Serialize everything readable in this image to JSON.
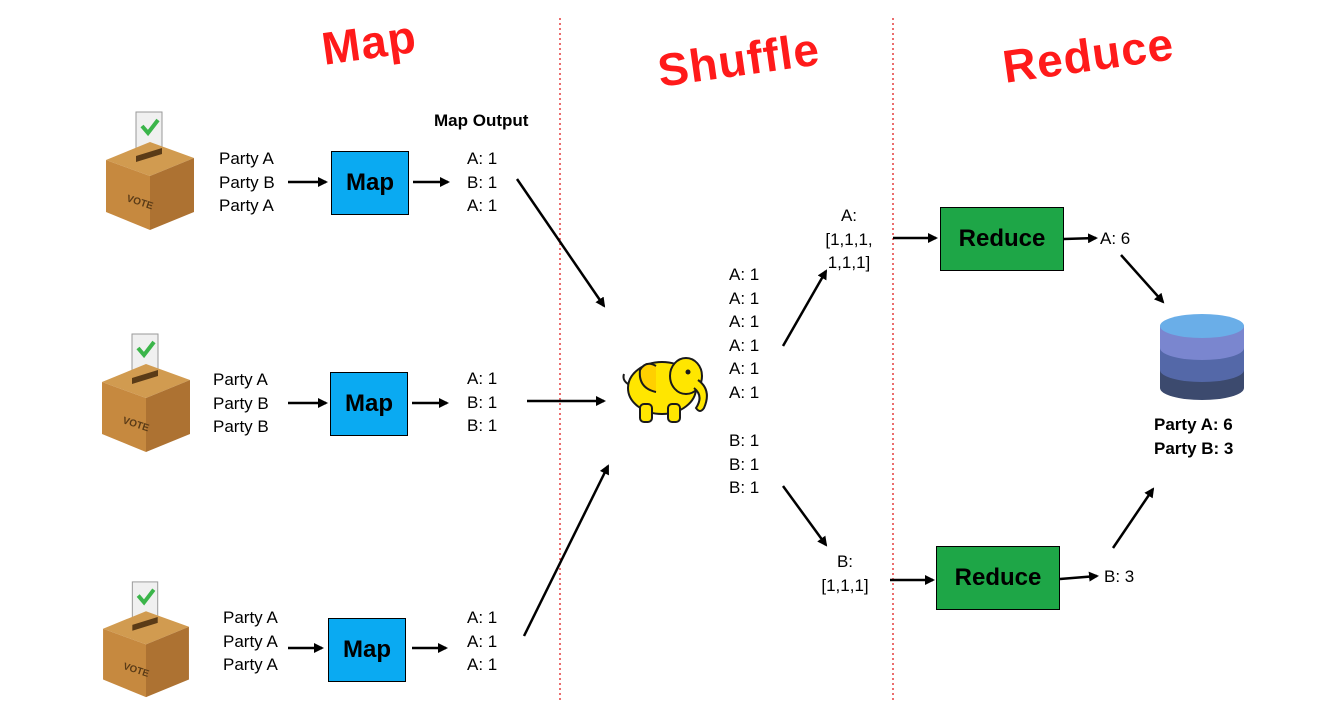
{
  "stages": {
    "map": "Map",
    "shuffle": "Shuffle",
    "reduce": "Reduce"
  },
  "map_output_title": "Map Output",
  "voters": [
    {
      "votes": [
        "Party A",
        "Party B",
        "Party A"
      ],
      "box_label": "VOTE",
      "map_label": "Map",
      "outputs": [
        "A: 1",
        "B: 1",
        "A: 1"
      ]
    },
    {
      "votes": [
        "Party A",
        "Party B",
        "Party B"
      ],
      "box_label": "VOTE",
      "map_label": "Map",
      "outputs": [
        "A: 1",
        "B: 1",
        "B: 1"
      ]
    },
    {
      "votes": [
        "Party A",
        "Party A",
        "Party A"
      ],
      "box_label": "VOTE",
      "map_label": "Map",
      "outputs": [
        "A: 1",
        "A: 1",
        "A: 1"
      ]
    }
  ],
  "shuffle": {
    "a_list": [
      "A: 1",
      "A: 1",
      "A: 1",
      "A: 1",
      "A: 1",
      "A: 1"
    ],
    "b_list": [
      "B: 1",
      "B: 1",
      "B: 1"
    ]
  },
  "groups": {
    "a": [
      "A:",
      "[1,1,1,",
      "1,1,1]"
    ],
    "b": [
      "B:",
      "[1,1,1]"
    ]
  },
  "reducers": [
    {
      "label": "Reduce",
      "output": "A: 6"
    },
    {
      "label": "Reduce",
      "output": "B: 3"
    }
  ],
  "result": [
    "Party A: 6",
    "Party B: 3"
  ],
  "colors": {
    "stage_title": "#ff1a1a",
    "map_box": "#0aaaf2",
    "reduce_box": "#1ea647",
    "separator": "#e02020",
    "elephant": "#ffe600"
  }
}
